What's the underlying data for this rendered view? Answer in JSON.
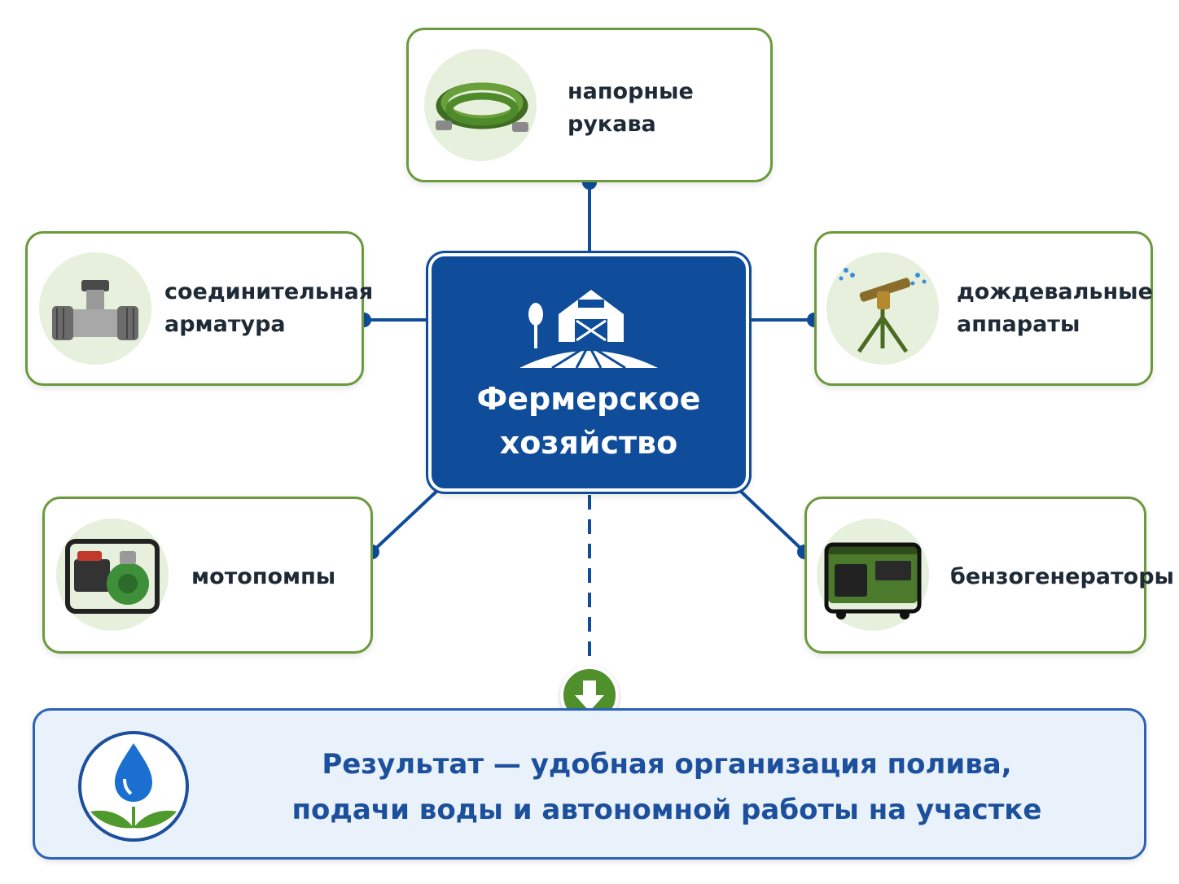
{
  "colors": {
    "primary_blue": "#0f4c9a",
    "accent_green": "#6a9a3c",
    "light_green": "#e6f0dd",
    "result_bg": "#e9f1fb",
    "result_text": "#1c4f9c"
  },
  "center": {
    "title": "Фермерское\nхозяйство",
    "icon": "farm-barn-icon"
  },
  "nodes": {
    "hoses": {
      "label": "напорные\nрукава",
      "icon": "hose-icon"
    },
    "fittings": {
      "label": "соединительная\nарматура",
      "icon": "pipe-fitting-icon"
    },
    "sprinklers": {
      "label": "дождевальные\nаппараты",
      "icon": "sprinkler-icon"
    },
    "pumps": {
      "label": "мотопомпы",
      "icon": "motor-pump-icon"
    },
    "generators": {
      "label": "бензогенераторы",
      "icon": "generator-icon"
    }
  },
  "result": {
    "text": "Результат — удобная организация полива,\nподачи воды и автономной работы на участке",
    "icon": "water-drop-leaves-icon",
    "arrow_icon": "arrow-down-icon"
  }
}
